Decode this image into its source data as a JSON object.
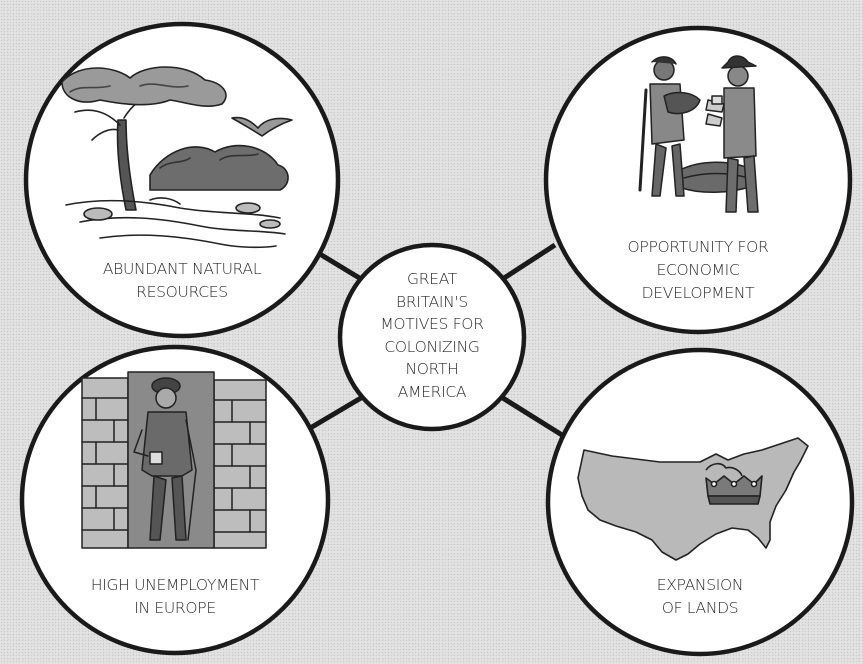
{
  "center": {
    "lines": [
      "GREAT",
      "BRITAIN'S",
      "MOTIVES FOR",
      "COLONIZING",
      "NORTH",
      "AMERICA"
    ]
  },
  "nodes": {
    "top_left": {
      "lines": [
        "ABUNDANT NATURAL",
        "RESOURCES"
      ],
      "illustration": "forest-river-bird-icon"
    },
    "top_right": {
      "lines": [
        "OPPORTUNITY FOR",
        "ECONOMIC",
        "DEVELOPMENT"
      ],
      "illustration": "fur-traders-icon"
    },
    "bottom_left": {
      "lines": [
        "HIGH UNEMPLOYMENT",
        "IN EUROPE"
      ],
      "illustration": "beggar-in-alley-icon"
    },
    "bottom_right": {
      "lines": [
        "EXPANSION",
        "OF LANDS"
      ],
      "illustration": "us-map-with-crown-icon"
    }
  },
  "colors": {
    "background": "#e3e3e3",
    "circle_fill": "#ffffff",
    "outline": "#1a1a1a"
  }
}
